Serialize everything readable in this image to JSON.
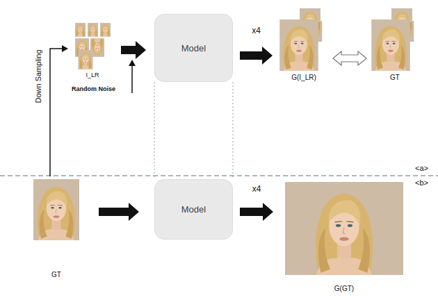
{
  "diagram": {
    "nodes": [
      {
        "text": [
          "I_LR"
        ]
      },
      {
        "text": [
          "Model"
        ]
      },
      {
        "text": [
          "G(I_LR)"
        ]
      },
      {
        "text": [
          "GT"
        ]
      },
      {
        "text": [
          "GT"
        ]
      },
      {
        "text": [
          "Model"
        ]
      },
      {
        "text": [
          "G(GT)"
        ]
      }
    ],
    "edges": [
      {
        "from": 4,
        "to": 0,
        "arrow": "to",
        "label": "Down Sampling"
      },
      {
        "from": 0,
        "to": 1,
        "arrow": "to"
      },
      {
        "from": 1,
        "to": 2,
        "arrow": "to",
        "label": "x4"
      },
      {
        "from": 2,
        "to": 3,
        "arrow": "both"
      },
      {
        "from": 4,
        "to": 5,
        "arrow": "to"
      },
      {
        "from": 5,
        "to": 6,
        "arrow": "to",
        "label": "x4"
      }
    ],
    "labels": [
      "Random Noise",
      "<a>",
      "<b>"
    ]
  }
}
